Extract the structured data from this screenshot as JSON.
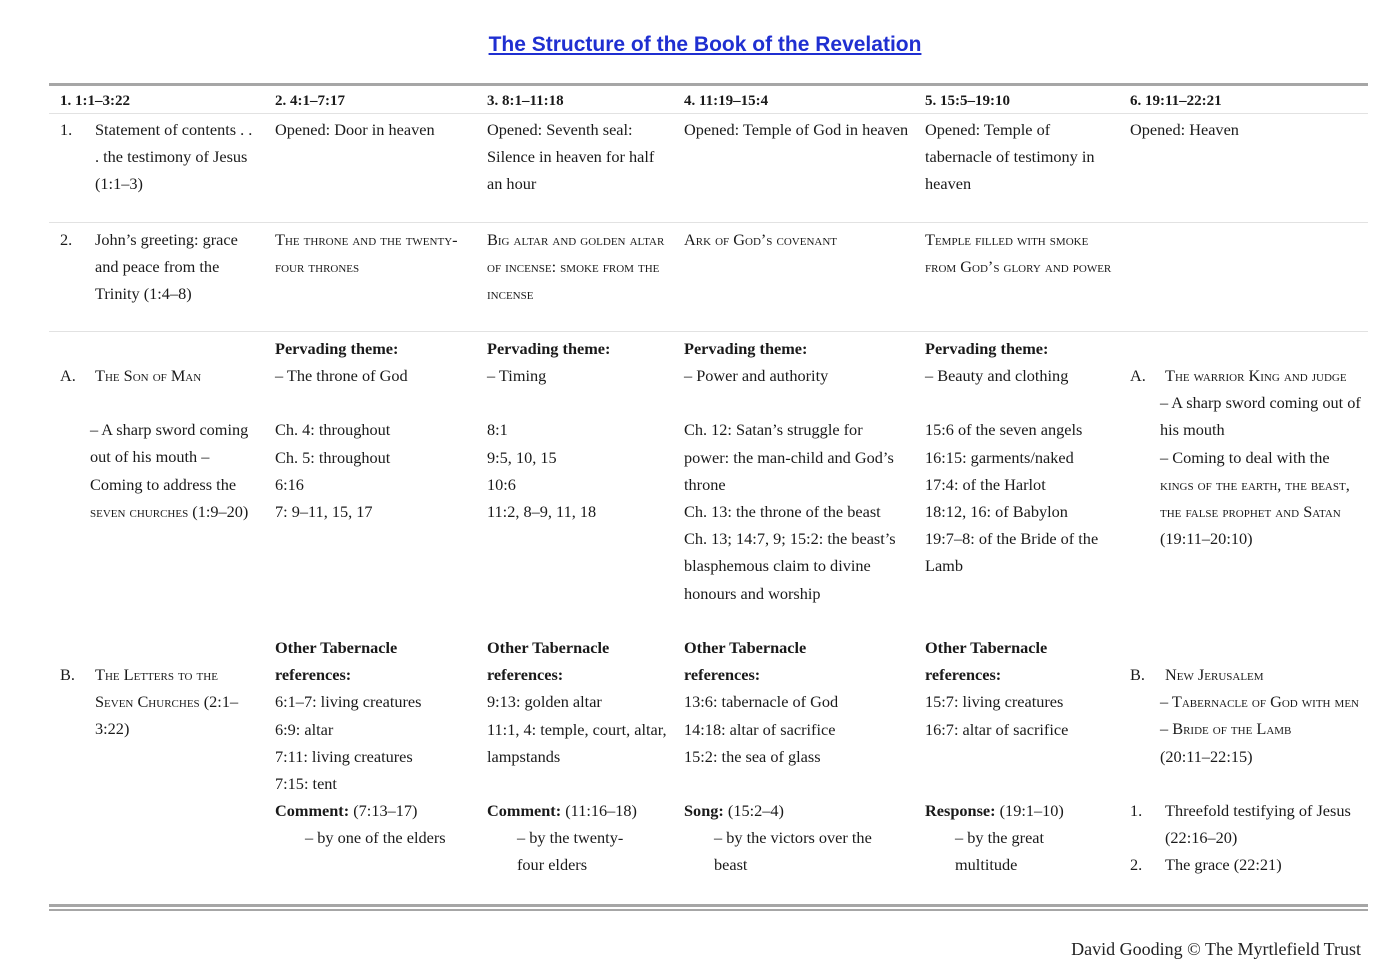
{
  "title": "The Structure of the Book of the Revelation",
  "columns": [
    {
      "header": "1. 1:1–3:22"
    },
    {
      "header": "2. 4:1–7:17"
    },
    {
      "header": "3. 8:1–11:18"
    },
    {
      "header": "4. 11:19–15:4"
    },
    {
      "header": "5. 15:5–19:10"
    },
    {
      "header": "6. 19:11–22:21"
    }
  ],
  "row1": {
    "c1_num": "1.",
    "c1_text": "Statement of contents . . . the testimony of Jesus (1:1–3)",
    "c2": "Opened: Door in heaven",
    "c3": "Opened: Seventh seal: Silence in heaven for half an hour",
    "c4": "Opened: Temple of God in heaven",
    "c5": "Opened: Temple of tabernacle of testimony in heaven",
    "c6": "Opened: Heaven"
  },
  "row2": {
    "c1_num": "2.",
    "c1_text": "John’s greeting: grace and peace from the Trinity (1:4–8)",
    "c2": "The throne and the twenty-four thrones",
    "c3": "Big altar and golden altar of incense: smoke from the incense",
    "c4": "Ark of God’s covenant",
    "c5": "Temple filled with smoke from God’s glory and power"
  },
  "row3": {
    "c1_num": "A.",
    "c1_title": "The Son of Man",
    "c1_body": "– A sharp sword coming out of his mouth – Coming to address the",
    "c1_sc": "seven churches",
    "c1_ref": "(1:9–20)",
    "theme_label": "Pervading theme:",
    "c2_theme": "– The throne of God",
    "c2_refs": [
      "Ch. 4: throughout",
      "Ch. 5: throughout",
      "6:16",
      "7: 9–11, 15, 17"
    ],
    "c3_theme": "– Timing",
    "c3_refs": [
      "8:1",
      "9:5, 10, 15",
      "10:6",
      "11:2, 8–9, 11, 18"
    ],
    "c4_theme": "– Power and authority",
    "c4_refs": [
      "Ch. 12: Satan’s struggle for power: the man-child and God’s throne",
      "Ch. 13: the throne of the beast",
      "Ch. 13; 14:7, 9; 15:2: the beast’s blasphemous claim to divine honours and worship"
    ],
    "c5_theme": "– Beauty and clothing",
    "c5_refs": [
      "15:6 of the seven angels",
      "16:15: garments/naked",
      "17:4: of the Harlot",
      "18:12, 16: of Babylon",
      "19:7–8: of the Bride of the Lamb"
    ],
    "c6_num": "A.",
    "c6_title": "The warrior King and judge",
    "c6_line1": "– A sharp sword coming out of his mouth",
    "c6_line2": "– Coming to deal with the",
    "c6_sc": "kings of the earth, the beast, the false prophet and Satan",
    "c6_ref": "(19:11–20:10)"
  },
  "row4": {
    "c1_num": "B.",
    "c1_title": "The Letters to the Seven Churches",
    "c1_ref": "(2:1–3:22)",
    "other_label": "Other Tabernacle references:",
    "c2_refs": [
      "6:1–7: living creatures",
      "6:9: altar",
      "7:11: living creatures",
      "7:15: tent"
    ],
    "c2_comment_label": "Comment:",
    "c2_comment_ref": "(7:13–17)",
    "c2_comment_by": "– by one of the elders",
    "c3_refs": [
      "9:13: golden altar",
      "11:1, 4: temple, court, altar, lampstands"
    ],
    "c3_comment_label": "Comment:",
    "c3_comment_ref": "(11:16–18)",
    "c3_comment_by": "– by the twenty-four elders",
    "c4_refs": [
      "13:6: tabernacle of God",
      "14:18: altar of sacrifice",
      "15:2: the sea of glass"
    ],
    "c4_comment_label": "Song:",
    "c4_comment_ref": "(15:2–4)",
    "c4_comment_by": "– by the victors over the beast",
    "c5_refs": [
      "15:7: living creatures",
      "16:7: altar of sacrifice"
    ],
    "c5_comment_label": "Response:",
    "c5_comment_ref": "(19:1–10)",
    "c5_comment_by": "– by the great multitude",
    "c6_num": "B.",
    "c6_title": "New Jerusalem",
    "c6_sub1": "– Tabernacle of God with men",
    "c6_sub2": "– Bride of the Lamb",
    "c6_ref": "(20:11–22:15)",
    "c6_item1_num": "1.",
    "c6_item1": "Threefold testifying of Jesus (22:16–20)",
    "c6_item2_num": "2.",
    "c6_item2": "The grace (22:21)"
  },
  "footer": "David Gooding © The Myrtlefield Trust"
}
